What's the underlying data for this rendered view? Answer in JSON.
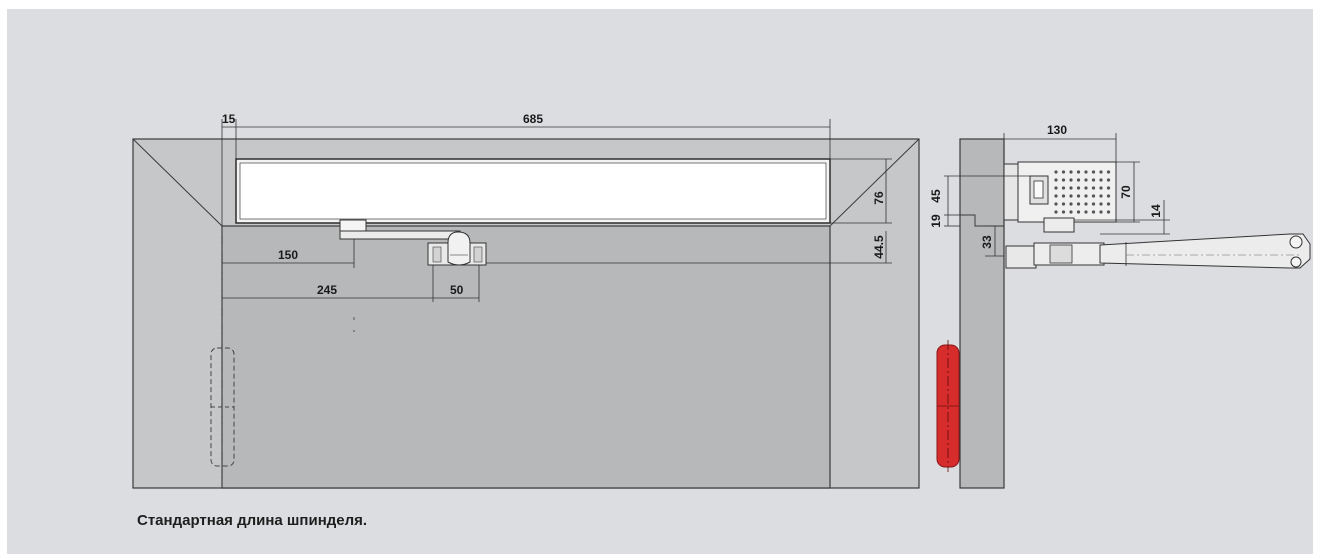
{
  "caption": "Стандартная длина шпинделя.",
  "colors": {
    "background": "#dcdde0",
    "door": "#b7b8ba",
    "frame": "#c6c7c9",
    "hinge_accent": "#d62c2c"
  },
  "front_view": {
    "dimensions": {
      "top_offset": "15",
      "rail_length": "685",
      "rail_height": "76",
      "arm_offset_vertical": "44.5",
      "arm_offset_horizontal": "150",
      "body_offset": "245",
      "body_width": "50"
    }
  },
  "side_view": {
    "dimensions": {
      "depth": "130",
      "body_height": "70",
      "mount_height": "45",
      "base_offset": "19",
      "arm_spacing": "14",
      "arm_offset": "33"
    }
  }
}
